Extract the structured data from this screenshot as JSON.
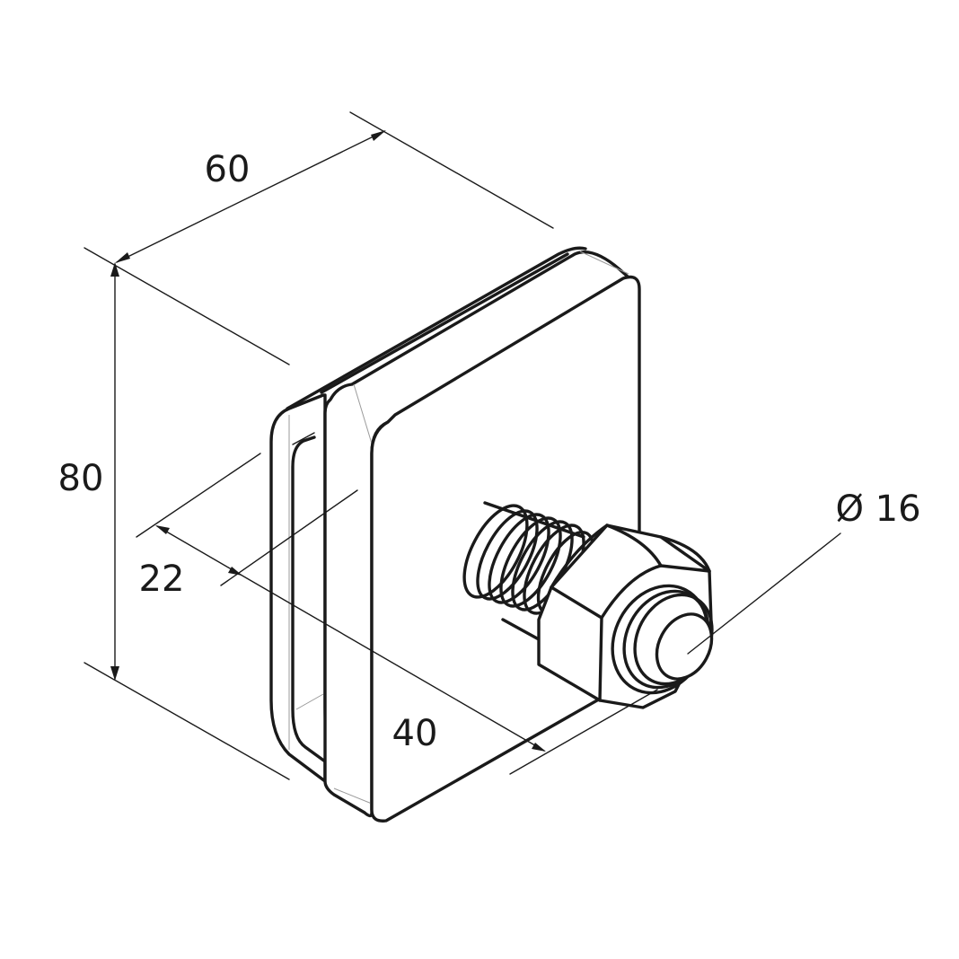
{
  "drawing": {
    "dimensions": {
      "width": "60",
      "height": "80",
      "slot_width": "22",
      "depth": "40",
      "thread_diameter": "Ø 16"
    }
  }
}
